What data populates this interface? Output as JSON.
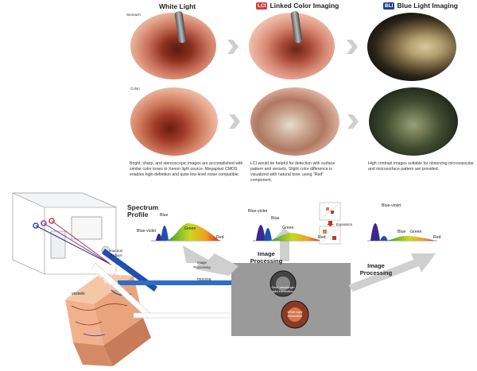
{
  "columns": [
    {
      "title": "White Light",
      "badge": ""
    },
    {
      "title": "Linked Color Imaging",
      "badge": "LCI",
      "badge_color": "#d63a3a"
    },
    {
      "title": "Blue Light Imaging",
      "badge": "BLI",
      "badge_color": "#1c3f8f"
    }
  ],
  "rows": {
    "stomach": "Stomach",
    "colon": "Colon"
  },
  "descriptions": {
    "white": "Bright, sharp, and stereoscopic images are accomplished with similar color tones to Xenon light source. Megapixel CMOS enables high-definition and quite low-level noise compatible.",
    "lci": "LCI would be helpful for detection with surface pattern and vessels. Slight color difference is visualized with natural tone, using “Red” component.",
    "bli": "High contrast images suitable for observing microvascular and microsurface pattern are provided."
  },
  "spectrum": {
    "title_line1": "Spectrum",
    "title_line2": "Profile",
    "blue_violet": "Blue-violet",
    "blue": "Blue",
    "green": "Green",
    "red": "Red"
  },
  "expansion": "Expansion",
  "image_processing": "Image Processing",
  "image_processing_small": "Image Processing",
  "tissue": {
    "mucous_surface": "mucous surface",
    "mucosa": "mucosa",
    "vessels": "vessels",
    "short_wavelength": "Short wavelength light",
    "white_light": "White light"
  },
  "processing_box": {
    "short_info": "Short wavelength light information",
    "white_info": "White Light information"
  },
  "colors": {
    "blue_violet": "#3b2a8c",
    "blue": "#1f4fb0",
    "arrow_gray": "#cfcfcf",
    "box_gray": "#9a9a9a"
  }
}
